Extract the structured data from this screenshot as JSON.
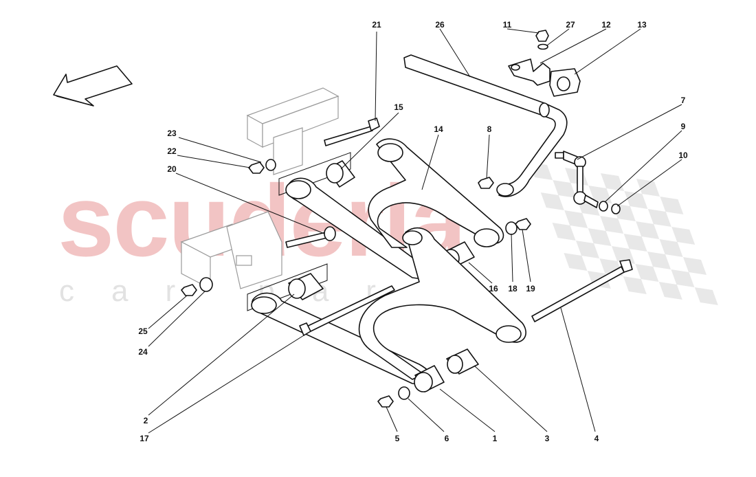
{
  "watermark": {
    "brand": "scuderia",
    "tagline": "car parts"
  },
  "callouts": [
    {
      "id": "1",
      "text": "1"
    },
    {
      "id": "2",
      "text": "2"
    },
    {
      "id": "3",
      "text": "3"
    },
    {
      "id": "4",
      "text": "4"
    },
    {
      "id": "5",
      "text": "5"
    },
    {
      "id": "6",
      "text": "6"
    },
    {
      "id": "7",
      "text": "7"
    },
    {
      "id": "8",
      "text": "8"
    },
    {
      "id": "9",
      "text": "9"
    },
    {
      "id": "10",
      "text": "10"
    },
    {
      "id": "11",
      "text": "11"
    },
    {
      "id": "12",
      "text": "12"
    },
    {
      "id": "13",
      "text": "13"
    },
    {
      "id": "14",
      "text": "14"
    },
    {
      "id": "15",
      "text": "15"
    },
    {
      "id": "16",
      "text": "16"
    },
    {
      "id": "17",
      "text": "17"
    },
    {
      "id": "18",
      "text": "18"
    },
    {
      "id": "19",
      "text": "19"
    },
    {
      "id": "20",
      "text": "20"
    },
    {
      "id": "21",
      "text": "21"
    },
    {
      "id": "22",
      "text": "22"
    },
    {
      "id": "23",
      "text": "23"
    },
    {
      "id": "24",
      "text": "24"
    },
    {
      "id": "25",
      "text": "25"
    },
    {
      "id": "26",
      "text": "26"
    },
    {
      "id": "27",
      "text": "27"
    }
  ],
  "icons": {
    "direction": "arrow-icon",
    "flag": "checkered-flag-icon"
  }
}
